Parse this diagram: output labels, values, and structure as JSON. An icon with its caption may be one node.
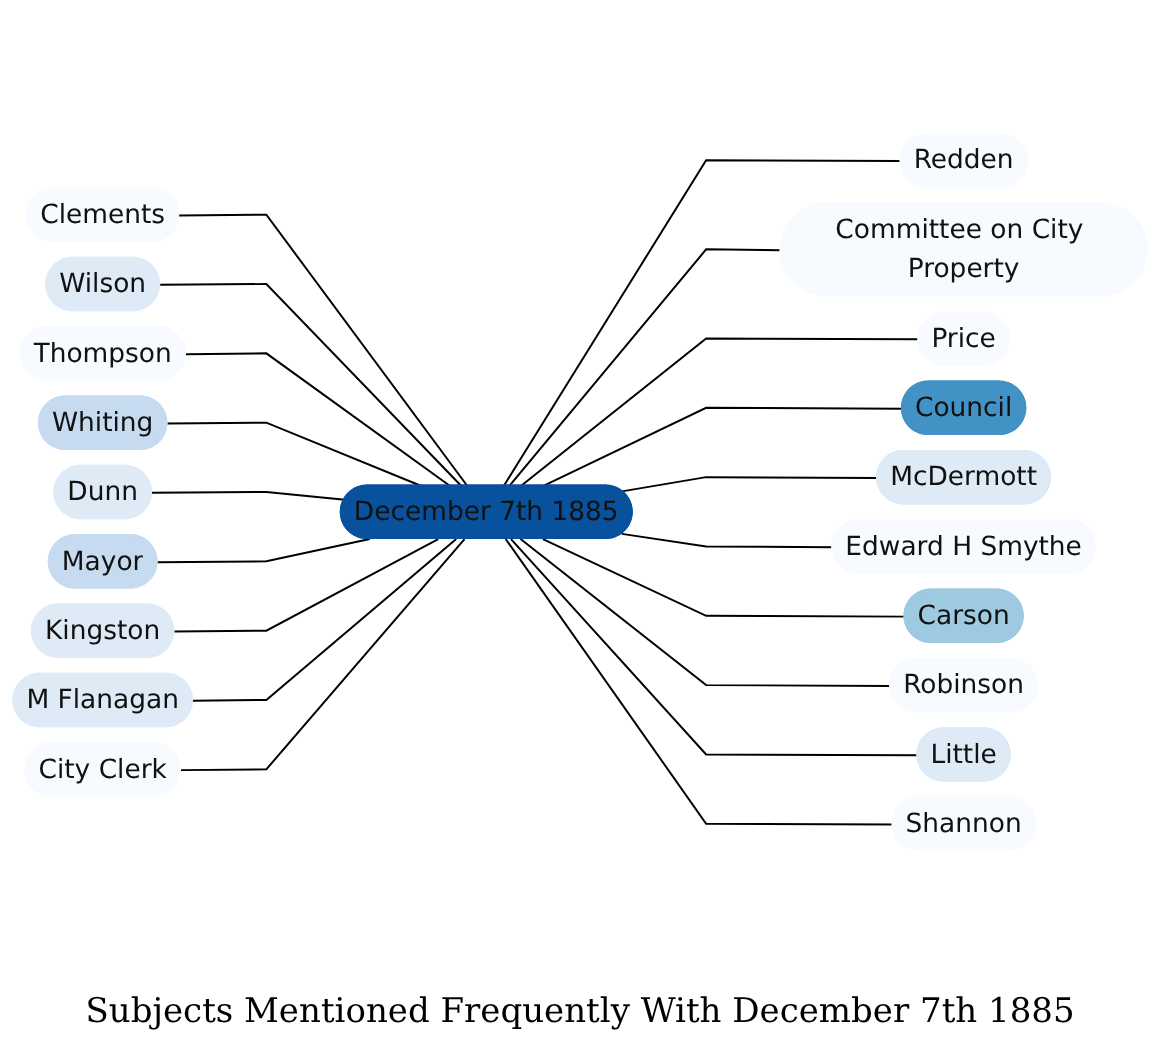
{
  "diagram": {
    "title": "Subjects Mentioned Frequently With December 7th 1885",
    "nodes": [
      {
        "text": [
          "Clements"
        ]
      },
      {
        "text": [
          "Redden"
        ]
      },
      {
        "text": [
          "Committee on City Property"
        ]
      },
      {
        "text": [
          "Wilson"
        ]
      },
      {
        "text": [
          "Price"
        ]
      },
      {
        "text": [
          "Thompson"
        ]
      },
      {
        "text": [
          "Whiting"
        ]
      },
      {
        "text": [
          "Council"
        ]
      },
      {
        "text": [
          "McDermott"
        ]
      },
      {
        "text": [
          "December 7th 1885"
        ]
      },
      {
        "text": [
          "Edward H Smythe"
        ]
      },
      {
        "text": [
          "Dunn"
        ]
      },
      {
        "text": [
          "Carson"
        ]
      },
      {
        "text": [
          "Mayor"
        ]
      },
      {
        "text": [
          "Robinson"
        ]
      },
      {
        "text": [
          "Kingston"
        ]
      },
      {
        "text": [
          "M Flanagan"
        ]
      },
      {
        "text": [
          "Little"
        ]
      },
      {
        "text": [
          "Shannon"
        ]
      },
      {
        "text": [
          "City Clerk"
        ]
      }
    ],
    "edges": [
      {
        "from": 0,
        "to": 9,
        "arrow": "none"
      },
      {
        "from": 9,
        "to": 1,
        "arrow": "none"
      },
      {
        "from": 9,
        "to": 2,
        "arrow": "none"
      },
      {
        "from": 3,
        "to": 9,
        "arrow": "none"
      },
      {
        "from": 9,
        "to": 4,
        "arrow": "none"
      },
      {
        "from": 5,
        "to": 9,
        "arrow": "none"
      },
      {
        "from": 6,
        "to": 9,
        "arrow": "none"
      },
      {
        "from": 9,
        "to": 7,
        "arrow": "none"
      },
      {
        "from": 9,
        "to": 8,
        "arrow": "none"
      },
      {
        "from": 9,
        "to": 10,
        "arrow": "none"
      },
      {
        "from": 11,
        "to": 9,
        "arrow": "none"
      },
      {
        "from": 9,
        "to": 12,
        "arrow": "none"
      },
      {
        "from": 13,
        "to": 9,
        "arrow": "none"
      },
      {
        "from": 9,
        "to": 14,
        "arrow": "none"
      },
      {
        "from": 15,
        "to": 9,
        "arrow": "none"
      },
      {
        "from": 16,
        "to": 9,
        "arrow": "none"
      },
      {
        "from": 9,
        "to": 17,
        "arrow": "none"
      },
      {
        "from": 9,
        "to": 18,
        "arrow": "none"
      },
      {
        "from": 19,
        "to": 9,
        "arrow": "none"
      }
    ]
  }
}
